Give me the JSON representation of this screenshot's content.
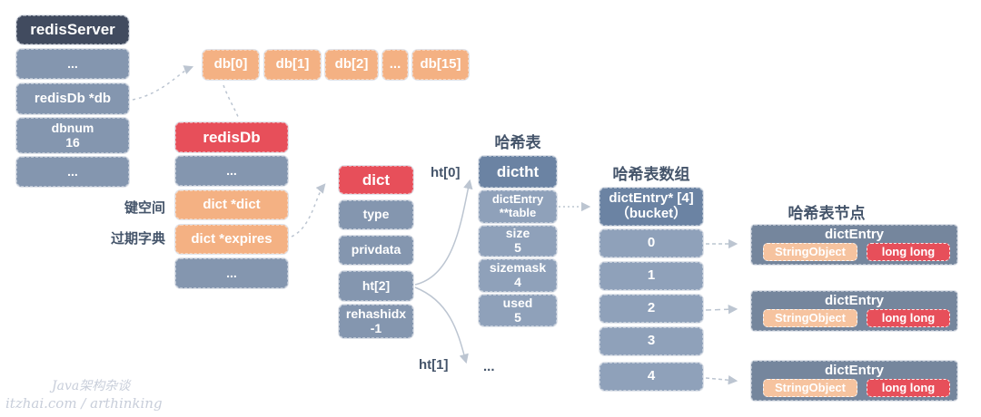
{
  "palette": {
    "dark_header": "#414B5F",
    "slate": "#8496AF",
    "slate_light": "#8FA1BA",
    "mid_header": "#6B83A3",
    "node_bg": "#75869D",
    "orange": "#F4B183",
    "chip_orange": "#F6C39F",
    "red": "#E74F5A",
    "label_text": "#44546A",
    "arrow": "#BCC5D1",
    "watermark": "#C8CEDA"
  },
  "redis_server": {
    "title": "redisServer",
    "items": [
      "...",
      "redisDb *db",
      "dbnum\n16",
      "..."
    ]
  },
  "db_array": {
    "items": [
      "db[0]",
      "db[1]",
      "db[2]",
      "...",
      "db[15]"
    ]
  },
  "redis_db": {
    "title": "redisDb",
    "items": [
      "...",
      "dict *dict",
      "dict *expires",
      "..."
    ]
  },
  "side_labels": {
    "key_space": "键空间",
    "expires_dict": "过期字典"
  },
  "dict": {
    "title": "dict",
    "items": [
      "type",
      "privdata",
      "ht[2]",
      "rehashidx\n-1"
    ]
  },
  "ht_labels": {
    "ht0": "ht[0]",
    "ht1": "ht[1]",
    "ellipsis": "..."
  },
  "dictht": {
    "caption": "哈希表",
    "title": "dictht",
    "items": [
      "dictEntry\n**table",
      "size\n5",
      "sizemask\n4",
      "used\n5"
    ]
  },
  "bucket": {
    "caption": "哈希表数组",
    "title": "dictEntry* [4]\n（bucket）",
    "cells": [
      "0",
      "1",
      "2",
      "3",
      "4"
    ]
  },
  "nodes": {
    "caption": "哈希表节点",
    "entries": [
      {
        "title": "dictEntry",
        "key": "StringObject",
        "value": "long long"
      },
      {
        "title": "dictEntry",
        "key": "StringObject",
        "value": "long long"
      },
      {
        "title": "dictEntry",
        "key": "StringObject",
        "value": "long long"
      }
    ]
  },
  "watermark": {
    "line1": "Java架构杂谈",
    "line2": "itzhai.com / arthinking"
  }
}
